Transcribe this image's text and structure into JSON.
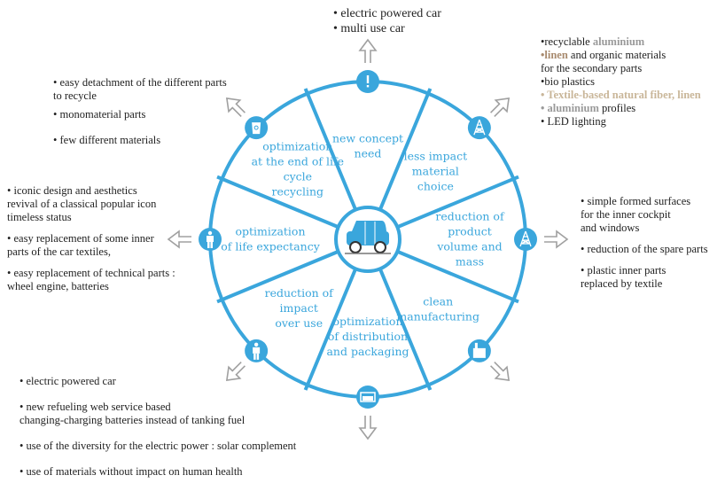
{
  "colors": {
    "wheel": "#3aa6dc",
    "arrow": "#a0a0a0",
    "text": "#222222",
    "grey_highlight": "#9a9a9a",
    "brown_highlight": "#a88a6e",
    "beige_highlight": "#c9b699"
  },
  "center": {
    "icon": "car-icon"
  },
  "segments": [
    {
      "id": "new-concept",
      "label_lines": [
        "new concept",
        "need"
      ],
      "icon": "exclamation-icon"
    },
    {
      "id": "less-impact-material",
      "label_lines": [
        "less impact",
        "material",
        "choice"
      ],
      "icon": "tower-icon"
    },
    {
      "id": "reduction-volume",
      "label_lines": [
        "reduction of",
        "product",
        "volume and",
        "mass"
      ],
      "icon": "tower-icon"
    },
    {
      "id": "clean-manufacturing",
      "label_lines": [
        "clean",
        "manufacturing"
      ],
      "icon": "factory-icon"
    },
    {
      "id": "distribution-packaging",
      "label_lines": [
        "optimization",
        "of distribution",
        "and packaging"
      ],
      "icon": "box-icon"
    },
    {
      "id": "impact-over-use",
      "label_lines": [
        "reduction of",
        "impact",
        "over use"
      ],
      "icon": "person-icon"
    },
    {
      "id": "life-expectancy",
      "label_lines": [
        "optimization",
        "of life expectancy"
      ],
      "icon": "person-icon"
    },
    {
      "id": "end-of-life",
      "label_lines": [
        "optimization",
        "at the end of life",
        "cycle",
        "recycling"
      ],
      "icon": "recycle-bin-icon"
    }
  ],
  "notes": {
    "top": [
      "• electric powered car",
      "• multi use car"
    ],
    "top_right": {
      "l1_a": "•recyclable ",
      "l1_b": "aluminium",
      "l2_a": "•linen",
      "l2_b": " and organic materials",
      "l3": "for the secondary parts",
      "l4": "•bio plastics",
      "l5": "• Textile-based natural fiber, linen",
      "l6_a": "• aluminium",
      "l6_b": " profiles",
      "l7": "• LED lighting"
    },
    "top_left": [
      "• easy detachment of the different parts",
      "to recycle",
      "• monomaterial parts",
      "• few different materials"
    ],
    "left": [
      "• iconic design and aesthetics",
      " revival of a classical popular icon",
      " timeless status",
      "• easy replacement of some inner",
      " parts of the car textiles,",
      "• easy replacement of  technical parts :",
      "wheel engine, batteries"
    ],
    "right": [
      "• simple formed surfaces",
      " for the inner cockpit",
      " and windows",
      "• reduction of the spare parts",
      "• plastic inner parts",
      " replaced by textile"
    ],
    "bottom_left": [
      "• electric powered car",
      "• new refueling web service based",
      "changing-charging batteries instead of tanking fuel",
      "• use of the diversity for the electric power : solar complement",
      "• use of materials without impact on human health"
    ]
  }
}
